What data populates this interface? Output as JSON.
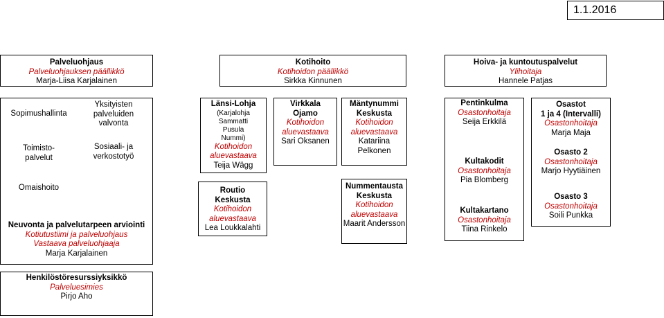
{
  "date": "1.1.2016",
  "top": [
    {
      "title": "Palveluohjaus",
      "role": "Palveluohjauksen päällikkö",
      "name": "Marja-Liisa Karjalainen"
    },
    {
      "title": "Kotihoito",
      "role": "Kotihoidon päällikkö",
      "name": "Sirkka Kinnunen"
    },
    {
      "title": "Hoiva- ja kuntoutuspalvelut",
      "role": "Ylihoitaja",
      "name": "Hannele Patjas"
    }
  ],
  "palveluohjaus": {
    "sopimushallinta": "Sopimushallinta",
    "toimisto": [
      "Toimisto-",
      "palvelut"
    ],
    "omaishoito": "Omaishoito",
    "yksityisten": [
      "Yksityisten",
      "palveluiden",
      "valvonta"
    ],
    "sosiaali": [
      "Sosiaali- ja",
      "verkostotyö"
    ],
    "neuvonta": {
      "title": "Neuvonta ja palvelutarpeen arviointi",
      "role1": "Kotiutustiimi ja palveluohjaus",
      "role2": "Vastaava palveluohjaaja",
      "name": "Marja Karjalainen"
    }
  },
  "henkilosto": {
    "title": "Henkilöstöresurssiyksikkö",
    "role": "Palveluesimies",
    "name": "Pirjo Aho"
  },
  "kotihoito": {
    "lansi": {
      "title": "Länsi-Lohja",
      "areas": [
        "(Karjalohja",
        "Sammatti",
        "Pusula",
        "Nummi)"
      ],
      "role": [
        "Kotihoidon",
        "aluevastaava"
      ],
      "name": "Teija Wägg"
    },
    "routio": {
      "title": [
        "Routio",
        "Keskusta"
      ],
      "role": [
        "Kotihoidon",
        "aluevastaava"
      ],
      "name": "Lea Loukkalahti"
    },
    "virkkala": {
      "title": [
        "Virkkala",
        "Ojamo"
      ],
      "role": [
        "Kotihoidon",
        "aluevastaava"
      ],
      "name": "Sari Oksanen"
    },
    "mantynummi": {
      "title": [
        "Mäntynummi",
        "Keskusta"
      ],
      "role": [
        "Kotihoidon",
        "aluevastaava"
      ],
      "name": [
        "Katariina",
        "Pelkonen"
      ]
    },
    "nummentausta": {
      "title": [
        "Nummentausta",
        "Keskusta"
      ],
      "role": [
        "Kotihoidon",
        "aluevastaava"
      ],
      "name": "Maarit Andersson"
    }
  },
  "hoiva": {
    "pentinkulma": {
      "title": "Pentinkulma",
      "role": "Osastonhoitaja",
      "name": "Seija Erkkilä"
    },
    "kultakodit": {
      "title": "Kultakodit",
      "role": "Osastonhoitaja",
      "name": "Pia Blomberg"
    },
    "kultakartano": {
      "title": "Kultakartano",
      "role": "Osastonhoitaja",
      "name": "Tiina Rinkelo"
    },
    "osastot": {
      "title": "Osastot",
      "o14": {
        "title": "1 ja 4 (Intervalli)",
        "role": "Osastonhoitaja",
        "name": "Marja Maja"
      },
      "o2": {
        "title": "Osasto 2",
        "role": "Osastonhoitaja",
        "name": "Marjo Hyytiäinen"
      },
      "o3": {
        "title": "Osasto 3",
        "role": "Osastonhoitaja",
        "name": "Soili Punkka"
      }
    }
  },
  "colors": {
    "role_text": "#c00000",
    "border": "#000000"
  }
}
